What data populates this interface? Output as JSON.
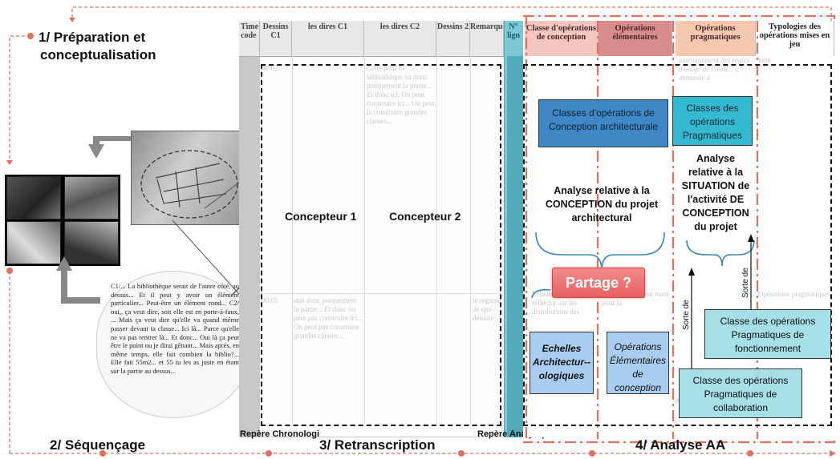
{
  "phases": {
    "prep": "1/ Préparation et conceptualisation",
    "prep_line1": "1/ Préparation et",
    "prep_line2": "conceptualisation",
    "seq": "2/ Séquençage",
    "retr": "3/ Retranscription",
    "aa": "4/ Analyse AA"
  },
  "table_headers": {
    "timecode": "Time code",
    "dessins_c1": "Dessins C1",
    "dires_c1": "les dires C1",
    "dires_c2": "les dires C2",
    "dessins_c2": "Dessins 2",
    "remarques": "Remarques",
    "num_ligne": "N° lign",
    "classe_ops": "Classe d'opérations de conception",
    "ops_elem": "Opérations élémentaires",
    "ops_prag": "Opérations pragmatiques",
    "typologies": "Typologies des opérations mises en jeu"
  },
  "designers": {
    "c1": "Concepteur 1",
    "c2": "Concepteur 2"
  },
  "reperes": {
    "chrono": "Repère Chronologi",
    "analytique": "Repère Analytique"
  },
  "boxes": {
    "classes_conception": "Classes d'opérations de Conception architecturale",
    "classes_pragmatiques": "Classes des opérations Pragmatiques",
    "partage": "Partage ?",
    "echelles": "Echelles Architectur--ologiques",
    "ops_elementaires": "Opérations Élémentaires de conception",
    "fonctionnement": "Classe des opérations Pragmatiques de fonctionnement",
    "collaboration": "Classe des opérations Pragmatiques de collaboration"
  },
  "analyses": {
    "conception": "Analyse relative à la CONCEPTION du projet architectural",
    "situation": "Analyse relative à la SITUATION de l'activité DE CONCEPTION du projet"
  },
  "sorte_de": "Sorte de",
  "transcript": "C1/... La bibliothèque serait de l'autre côté, au dessus... Et il peut y avoir un élément particulier... Peut-être un élément rond... C2/ oui,, ça veut dire, soit elle est en porte-à-faux, ... Mais ça veut dire qu'elle va quand même passer devant ta classe... Ici là... Parce qu'elle ne va pas rentrer là... Et donc... Oui là ça peut être le point ou je dirai gênant... Mais après, en même temps, elle fait combien la biblio?... Elle fait 55m2... et 55 tu les as juste en étant sur la partie au dessus...",
  "colors": {
    "phase_arrow": "#e07060",
    "header_pink": "#f4c6c0",
    "header_rose": "#d98c8c",
    "header_peach": "#f6c8b0",
    "teal": "#3ab3c8",
    "blue_dark": "#3f88c5",
    "blue_cyan": "#35b9d1",
    "blue_light": "#a9cdef",
    "cyan_light": "#a5dfe7",
    "partage": "#ef7a7a"
  }
}
